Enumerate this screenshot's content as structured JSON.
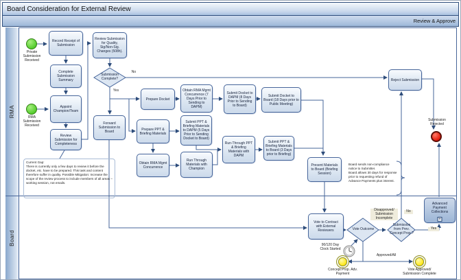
{
  "title": "Board Consideration for External Review",
  "band_label": "Review & Approve",
  "lanes": {
    "rma": "RMA",
    "board": "Board"
  },
  "nodes": {
    "record": {
      "label": "Record Receipt of Submission"
    },
    "summary": {
      "label": "Complete Submission Summary"
    },
    "appoint": {
      "label": "Appoint Champion/Team"
    },
    "review_completeness": {
      "label": "Review Submission for Completeness"
    },
    "review_quality": {
      "label": "Review Submission for Quality, Sig/Non-Sig. Changes (508h)."
    },
    "forward": {
      "label": "Forward Submission to Board"
    },
    "prepare_docket": {
      "label": "Prepare Docket"
    },
    "obtain_rma_7": {
      "label": "Obtain RMA Mgmt Concurrence (7 Days Prior to Sending to DAPM)"
    },
    "submit_docket_dapm": {
      "label": "Submit Docket to DAPM (8 Days Prior to Sending to Board)"
    },
    "submit_docket_board": {
      "label": "Submit Docket to Board (18 Days prior to Public Meeting)"
    },
    "prepare_ppt": {
      "label": "Prepare PPT & Briefing Materials"
    },
    "submit_ppt_dapm": {
      "label": "Submit PPT & Briefing Materials to DAPM (5 Days Prior to Sending Docket to Board)"
    },
    "obtain_rma": {
      "label": "Obtain RMA Mgmt Concurrence"
    },
    "run_champion": {
      "label": "Run Through Materials with Champion"
    },
    "run_dapm": {
      "label": "Run-Through PPT & Briefing Materials with DAPM"
    },
    "submit_ppt_board": {
      "label": "Submit PPT & Briefing Materials to Board (3 Days prior to Briefing)"
    },
    "present": {
      "label": "Present Materials to Board (Briefing Session)"
    },
    "reject": {
      "label": "Reject Submission"
    },
    "vote_contract": {
      "label": "Vote to Contract with External Reviewers"
    },
    "adv_payment": {
      "label": "Advanced Payment Collections",
      "marker": "+"
    }
  },
  "gateways": {
    "complete": {
      "label": "Submission Complete?"
    },
    "vote": {
      "label": "Vote Outcome"
    },
    "prev_concept": {
      "label": "Submission from Prev. Concept Prop.?"
    }
  },
  "events": {
    "private_start": {
      "label": "Private Submission Received"
    },
    "rma_start": {
      "label": "RMA Submission Received"
    },
    "rejected_end": {
      "label": "Submission Rejected"
    },
    "concept_prop": {
      "label": "Concept Prop. Adv. Payment"
    },
    "vote_approved": {
      "label": "Vote Approved/ Submission Complete"
    },
    "clock": {
      "label": "90/120 Day Clock Started"
    }
  },
  "edge_labels": {
    "no_complete": "No",
    "yes_complete": "Yes",
    "disapproved": "Disapproved/ Submission Incomplete",
    "no_prev": "No",
    "yes_prev": "Yes",
    "approved": "Approved/All"
  },
  "notes": {
    "current_gap": "Current Gap:\nThere is currently only a few days to review it before the docket, etc. have to be prepared.  This task and content therefore suffer in quality. Possible Mitigation: Increase the scope of the review process to include members of all areas – working session, not emails.",
    "board": "Board sends non-compliance notice to Submitter.\nBoard allows 30 days for response prior to requesting refund of Advance Payments plus interest."
  },
  "colors": {
    "accent": "#46659a",
    "task_fill": "#dce6f2",
    "start_green": "#55cc2e",
    "end_red": "#e31b0c",
    "event_yellow": "#ffe81a"
  }
}
